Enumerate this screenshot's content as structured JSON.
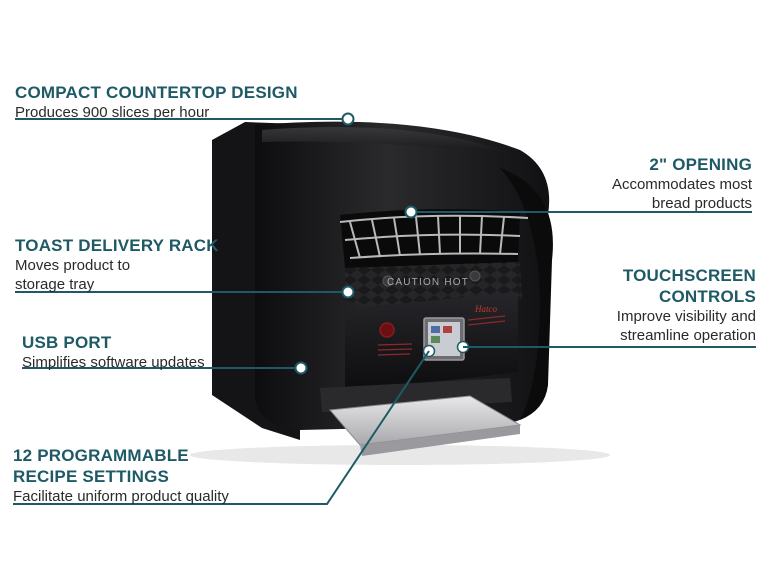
{
  "callouts": {
    "compact": {
      "title": "COMPACT COUNTERTOP DESIGN",
      "desc": "Produces 900 slices per hour"
    },
    "rack": {
      "title": "TOAST DELIVERY RACK",
      "desc1": "Moves product to",
      "desc2": "storage tray"
    },
    "usb": {
      "title": "USB PORT",
      "desc": "Simplifies software updates"
    },
    "recipes": {
      "title1": "12 PROGRAMMABLE",
      "title2": "RECIPE SETTINGS",
      "desc": "Facilitate uniform product quality"
    },
    "opening": {
      "title": "2\" OPENING",
      "desc1": "Accommodates most",
      "desc2": "bread products"
    },
    "touch": {
      "title1": "TOUCHSCREEN",
      "title2": "CONTROLS",
      "desc1": "Improve visibility and",
      "desc2": "streamline operation"
    }
  },
  "toaster": {
    "warning_label": "CAUTION HOT",
    "logo_text": "Hatco"
  },
  "colors": {
    "accent": "#1e5a66",
    "body": "#1c1c1e",
    "leader": "#1e5a66"
  }
}
